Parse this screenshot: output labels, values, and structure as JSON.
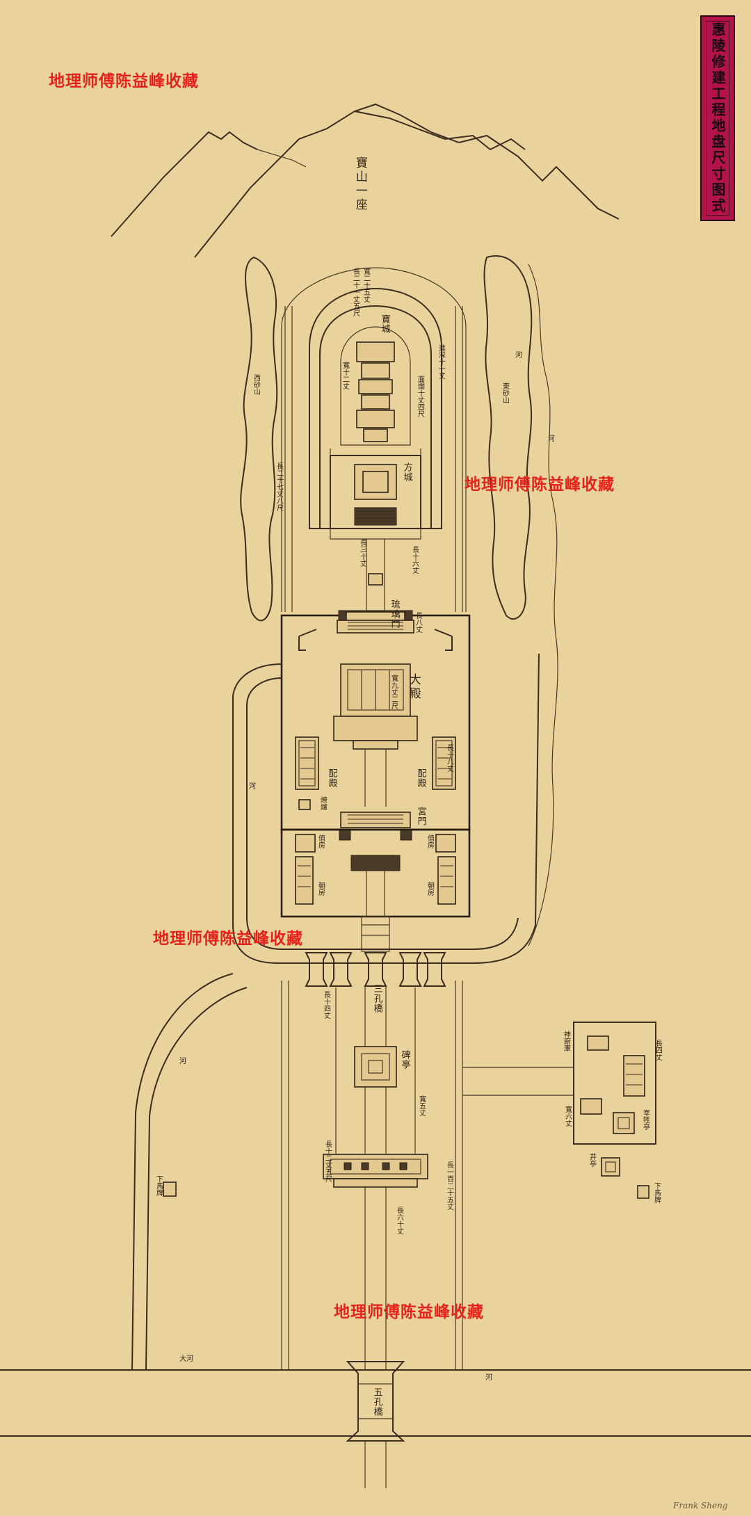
{
  "title": "惠陵修建工程地盘尺寸图式",
  "watermark": "地理师傅陈益峰收藏",
  "signature": "Frank Sheng",
  "labels": {
    "mountain": "寶山一座",
    "baocheng": "寶城",
    "fangcheng": "方城",
    "liulimen": "琉璃門",
    "dadian": "大殿",
    "peidian_east": "配殿",
    "peidian_west": "配殿",
    "gongmen": "宮門",
    "zhifang_w": "值房",
    "zhifang_e": "值房",
    "chaofang_w": "朝房",
    "chaofang_e": "朝房",
    "sankongqiao": "三孔橋",
    "beiting": "碑亭",
    "wukongqiao": "五孔橋",
    "he_west_upper": "河",
    "he_west_mid": "河",
    "he_west_lower": "河",
    "he_east_upper": "河",
    "he_east_lower": "河",
    "dahe": "大河",
    "shenkufang": "神廚庫",
    "zaisheng": "宰牲亭",
    "jingting": "井亭",
    "xiama_w": "下馬牌",
    "xiama_e": "下馬牌",
    "yanzhu_w": "燎爐",
    "dong_shan": "東砂山",
    "xi_shan": "西砂山",
    "dim_a": "寬二十五丈",
    "dim_b": "長二十一丈五尺",
    "dim_c": "進深十一丈",
    "dim_d": "面闊十丈四尺",
    "dim_e": "寬十二丈",
    "dim_f": "長十六丈",
    "dim_g": "長三十丈",
    "dim_h": "長二十七丈八尺",
    "dim_i": "長八丈",
    "dim_j": "寬九丈二尺",
    "dim_k": "長一百二十五丈",
    "dim_l": "長六十丈",
    "dim_m": "長十四丈",
    "dim_n": "寬五丈",
    "dim_o": "長十二丈五尺",
    "dim_p": "長四丈",
    "dim_q": "寬六丈",
    "dim_r": "長十八丈"
  }
}
